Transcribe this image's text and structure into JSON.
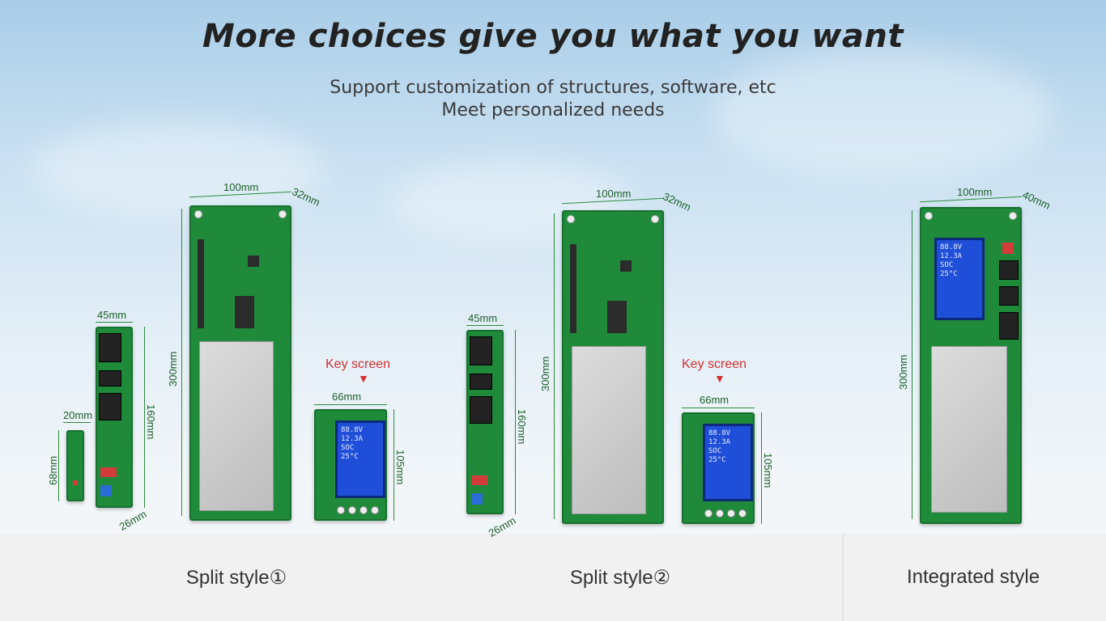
{
  "header": {
    "title": "More choices give you what you want",
    "subtitle_line1": "Support customization of structures, software, etc",
    "subtitle_line2": "Meet personalized needs"
  },
  "groups": [
    {
      "caption": "Split style①",
      "dims": {
        "main_w": "100mm",
        "main_d": "32mm",
        "main_h": "300mm",
        "side_w": "45mm",
        "side_h": "160mm",
        "side_d": "26mm",
        "small_w": "20mm",
        "small_h": "68mm",
        "screen_w": "66mm",
        "screen_h": "105mm"
      },
      "key_screen_label": "Key screen"
    },
    {
      "caption": "Split style②",
      "dims": {
        "main_w": "100mm",
        "main_d": "32mm",
        "main_h": "300mm",
        "side_w": "45mm",
        "side_h": "160mm",
        "side_d": "26mm",
        "screen_w": "66mm",
        "screen_h": "105mm"
      },
      "key_screen_label": "Key screen"
    },
    {
      "caption": "Integrated style",
      "dims": {
        "main_w": "100mm",
        "main_d": "40mm",
        "main_h": "300mm"
      }
    }
  ],
  "colors": {
    "pcb": "#1f8a3a",
    "lcd": "#1f4fd8",
    "dim_text": "#1c5f2a",
    "key_text": "#d23030"
  }
}
